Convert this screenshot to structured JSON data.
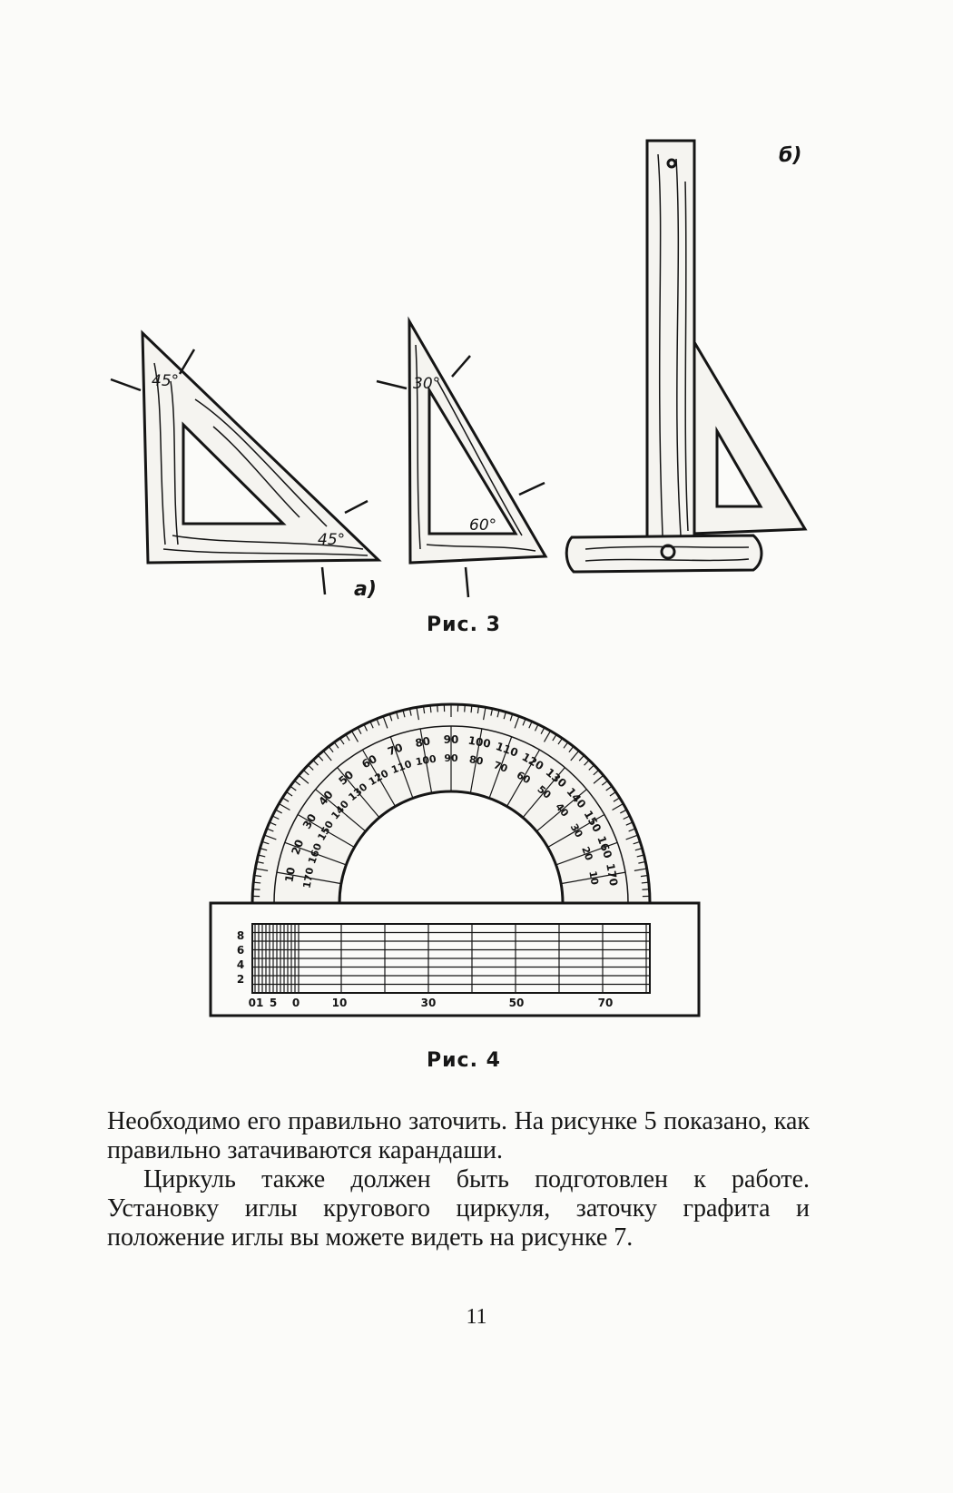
{
  "figure3": {
    "caption": "Рис. 3",
    "label_a": "а)",
    "label_b": "б)",
    "angle_45_top": "45°",
    "angle_45_bottom": "45°",
    "angle_30": "30°",
    "angle_60": "60°"
  },
  "figure4": {
    "caption": "Рис. 4",
    "outer_scale": [
      "10",
      "20",
      "30",
      "40",
      "50",
      "60",
      "70",
      "80",
      "90",
      "100",
      "110",
      "120",
      "130",
      "140",
      "150",
      "160",
      "170"
    ],
    "inner_scale": [
      "170",
      "160",
      "150",
      "140",
      "130",
      "120",
      "110",
      "100",
      "90",
      "80",
      "70",
      "60",
      "50",
      "40",
      "30",
      "20",
      "10"
    ],
    "vertical_scale": [
      "8",
      "6",
      "4",
      "2"
    ],
    "ruler_scale": [
      "01",
      "5",
      "0",
      "10",
      "30",
      "50",
      "70"
    ]
  },
  "text": {
    "paragraph1": "Необходимо его правильно заточить. На рисунке 5 показано, как правильно затачиваются карандаши.",
    "paragraph2": "Циркуль также должен быть подготовлен к работе. Установку иглы кругового циркуля, заточку графита и положение иглы вы можете видеть на рисунке 7."
  },
  "page_number": "11"
}
